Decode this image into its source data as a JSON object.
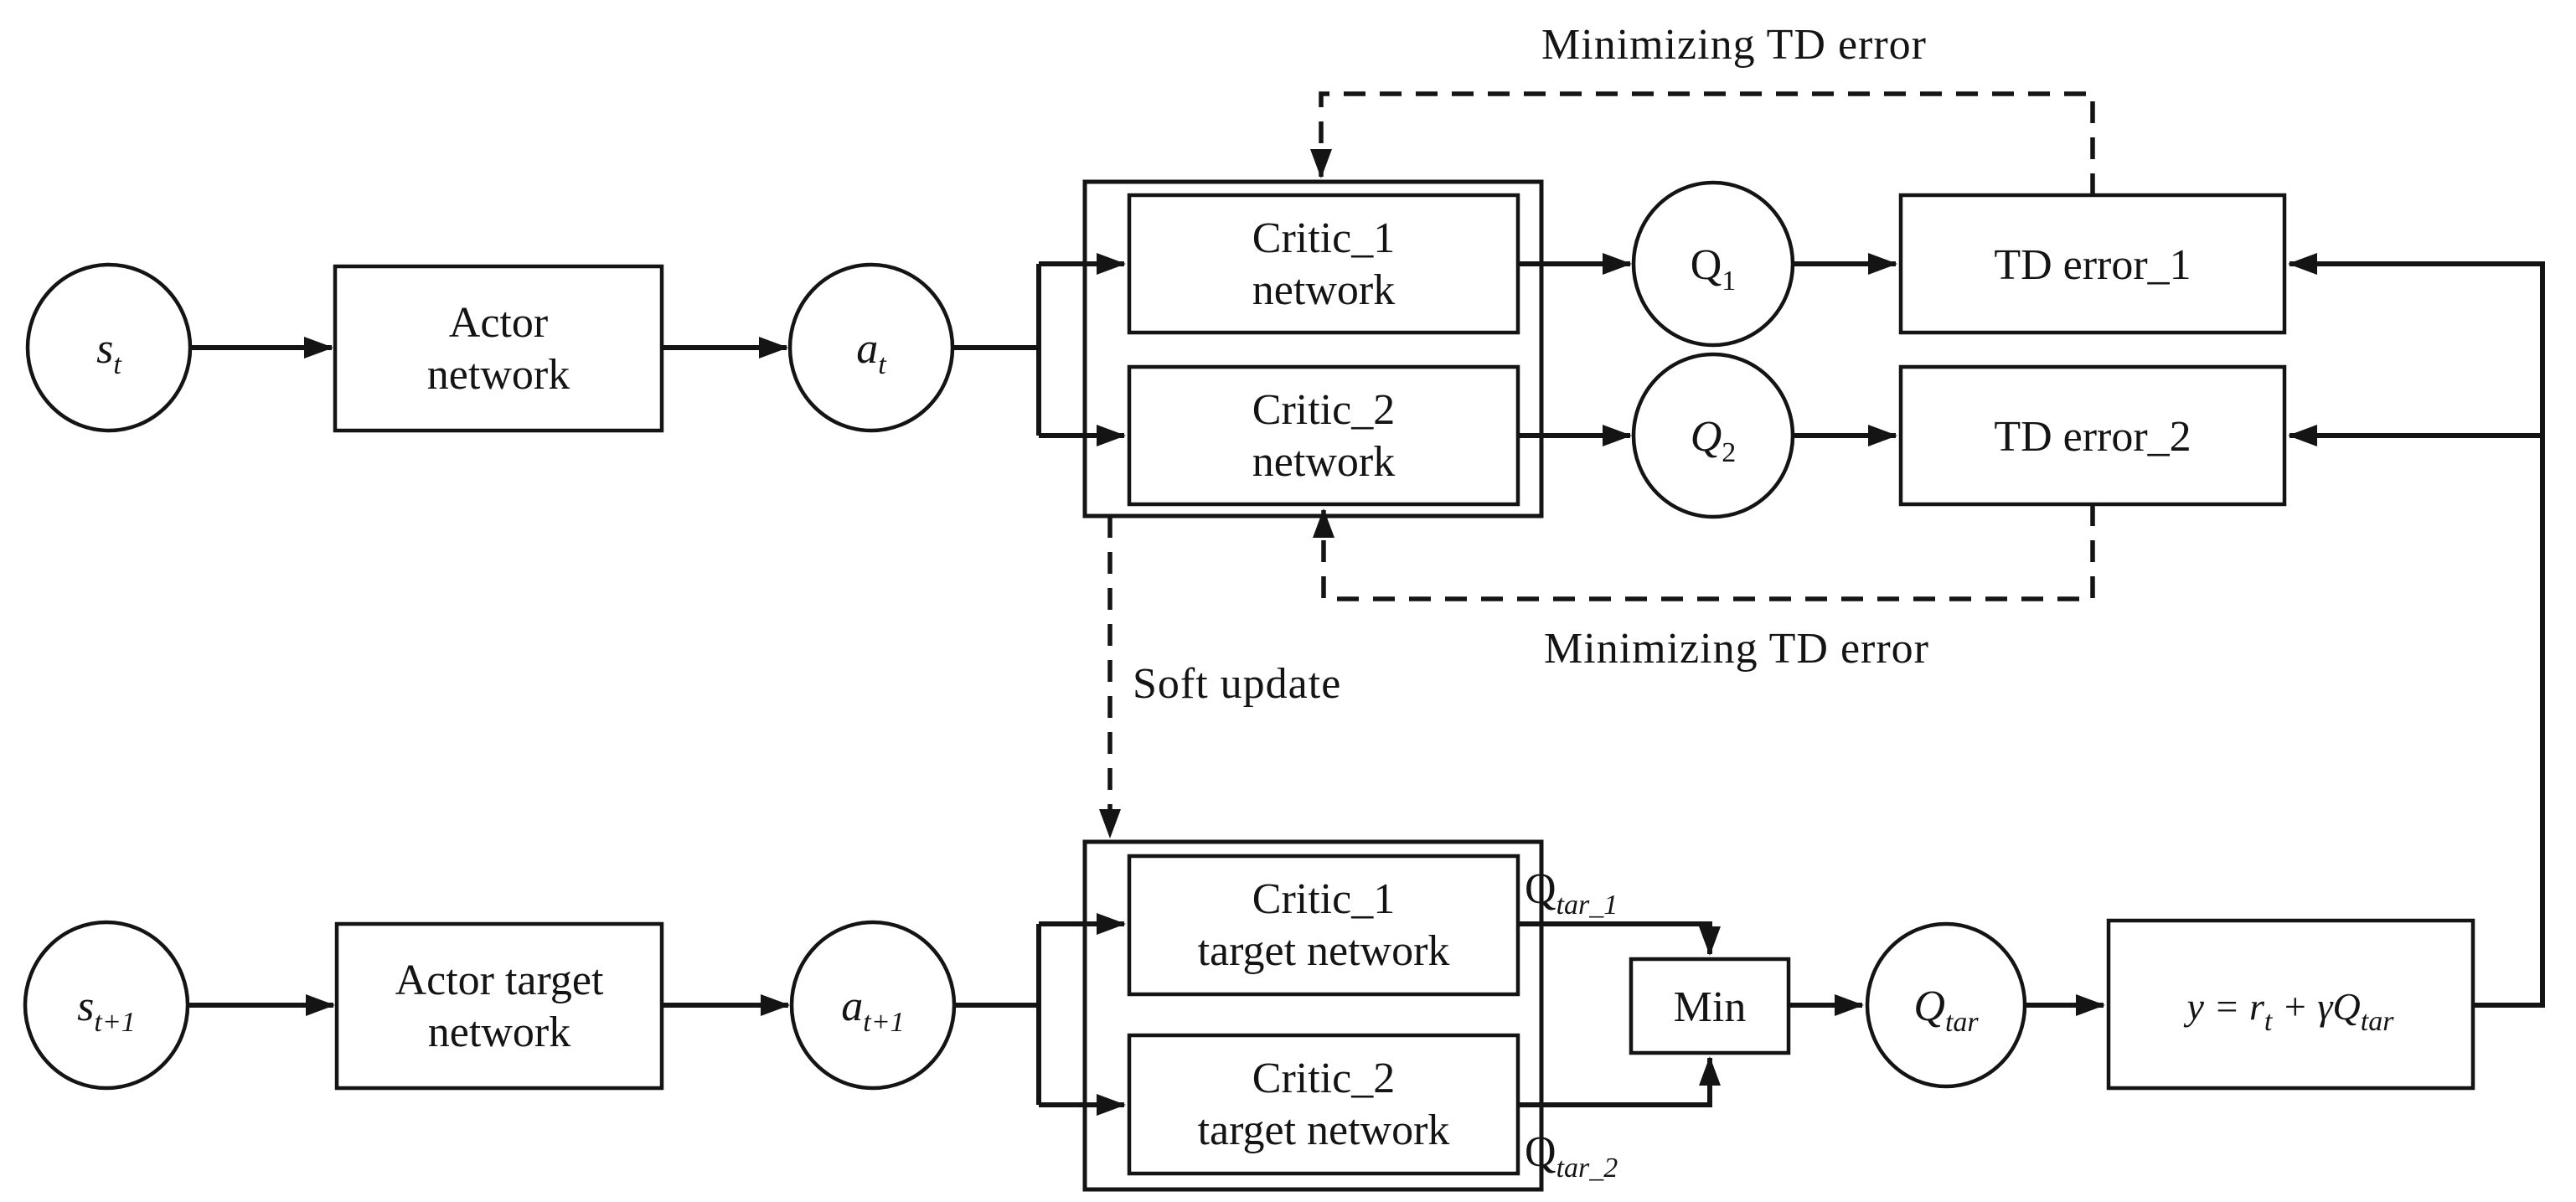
{
  "colors": {
    "ink": "#141414",
    "background": "#ffffff"
  },
  "annotations": {
    "minimizing_td_top": "Minimizing TD error",
    "minimizing_td_bottom": "Minimizing TD error",
    "soft_update": "Soft update"
  },
  "nodes": {
    "state_t": {
      "main": "s",
      "sub": "t"
    },
    "action_t": {
      "main": "a",
      "sub": "t"
    },
    "state_t_plus_1": {
      "main": "s",
      "sub": "t+1"
    },
    "action_t_plus_1": {
      "main": "a",
      "sub": "t+1"
    },
    "actor": {
      "line1": "Actor",
      "line2": "network"
    },
    "actor_target": {
      "line1": "Actor target",
      "line2": "network"
    },
    "critic_1": {
      "line1": "Critic_1",
      "line2": "network"
    },
    "critic_2": {
      "line1": "Critic_2",
      "line2": "network"
    },
    "critic_1_target": {
      "line1": "Critic_1",
      "line2": "target network"
    },
    "critic_2_target": {
      "line1": "Critic_2",
      "line2": "target network"
    },
    "q_1": {
      "main": "Q",
      "sub": "1"
    },
    "q_2": {
      "main": "Q",
      "sub": "2"
    },
    "td_error_1": {
      "text": "TD error_1"
    },
    "td_error_2": {
      "text": "TD error_2"
    },
    "min": {
      "text": "Min"
    },
    "q_tar": {
      "main": "Q",
      "sub": "tar"
    },
    "q_tar_1": {
      "main": "Q",
      "sub": "tar_1"
    },
    "q_tar_2": {
      "main": "Q",
      "sub": "tar_2"
    },
    "target_formula": {
      "p1": "y = r",
      "s1": "t",
      "p2": " + γQ",
      "s2": "tar"
    }
  }
}
